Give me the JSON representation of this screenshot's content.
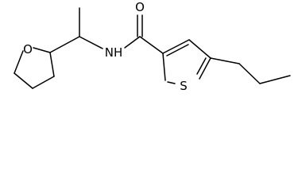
{
  "atoms": [
    {
      "id": "O_ring",
      "symbol": "O"
    },
    {
      "id": "N_amide",
      "symbol": "NH"
    },
    {
      "id": "O_carbonyl",
      "symbol": "O"
    },
    {
      "id": "S_ring",
      "symbol": "S"
    }
  ],
  "colors": {
    "bond": "#000000",
    "label": "#000000",
    "background": "#ffffff"
  }
}
